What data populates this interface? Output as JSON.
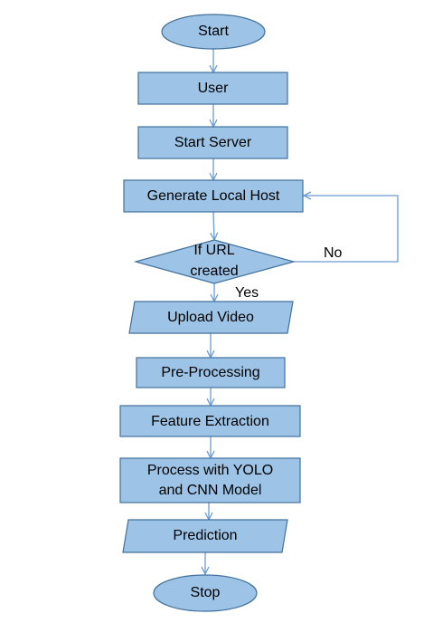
{
  "colors": {
    "fill": "#9dc3e6",
    "stroke": "#41719c",
    "connector": "#6b9bd1",
    "text": "#000000"
  },
  "nodes": {
    "start": {
      "label": "Start",
      "shape": "terminator"
    },
    "user": {
      "label": "User",
      "shape": "process"
    },
    "start_server": {
      "label": "Start Server",
      "shape": "process"
    },
    "generate_local_host": {
      "label": "Generate Local Host",
      "shape": "process"
    },
    "if_url_created": {
      "line1": "If URL",
      "line2": "created",
      "shape": "decision"
    },
    "upload_video": {
      "label": "Upload Video",
      "shape": "input-output"
    },
    "pre_processing": {
      "label": "Pre-Processing",
      "shape": "process"
    },
    "feature_extraction": {
      "label": "Feature Extraction",
      "shape": "process"
    },
    "process_yolo_cnn": {
      "line1": "Process with YOLO",
      "line2": "and CNN Model",
      "shape": "process"
    },
    "prediction": {
      "label": "Prediction",
      "shape": "input-output"
    },
    "stop": {
      "label": "Stop",
      "shape": "terminator"
    }
  },
  "edges": {
    "yes_label": "Yes",
    "no_label": "No"
  }
}
